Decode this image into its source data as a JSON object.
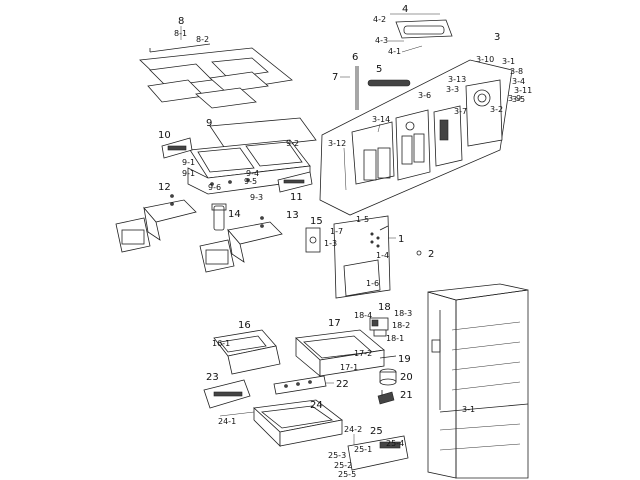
{
  "parts": {
    "p1": "1",
    "p1_3": "1-3",
    "p1_4": "1-4",
    "p1_5": "1-5",
    "p1_6": "1-6",
    "p1_7": "1-7",
    "p2": "2",
    "p3": "3",
    "p3_1": "3-1",
    "p3_2": "3-2",
    "p3_3": "3-3",
    "p3_4": "3-4",
    "p3_5": "3-5",
    "p3_6": "3-6",
    "p3_7": "3-7",
    "p3_8": "3-8",
    "p3_9": "3-9",
    "p3_10": "3-10",
    "p3_11": "3-11",
    "p3_12": "3-12",
    "p3_13": "3-13",
    "p3_14": "3-14",
    "p4": "4",
    "p4_1": "4-1",
    "p4_2": "4-2",
    "p4_3": "4-3",
    "p5": "5",
    "p6": "6",
    "p7": "7",
    "p8": "8",
    "p8_1": "8-1",
    "p8_2": "8-2",
    "p9": "9",
    "p9_1": "9-1",
    "p9_2": "9-2",
    "p9_3": "9-3",
    "p9_4": "9-4",
    "p9_5": "9-5",
    "p9_6": "9-6",
    "p10": "10",
    "p11": "11",
    "p12": "12",
    "p13": "13",
    "p14": "14",
    "p15": "15",
    "p16": "16",
    "p16_1": "16-1",
    "p17": "17",
    "p17_1": "17-1",
    "p17_2": "17-2",
    "p18": "18",
    "p18_1": "18-1",
    "p18_2": "18-2",
    "p18_3": "18-3",
    "p18_4": "18-4",
    "p19": "19",
    "p20": "20",
    "p21": "21",
    "p22": "22",
    "p23": "23",
    "p24": "24",
    "p24_1": "24-1",
    "p24_2": "24-2",
    "p25": "25",
    "p25_1": "25-1",
    "p25_2": "25-2",
    "p25_3": "25-3",
    "p25_4": "25-4",
    "p25_5": "25-5"
  }
}
